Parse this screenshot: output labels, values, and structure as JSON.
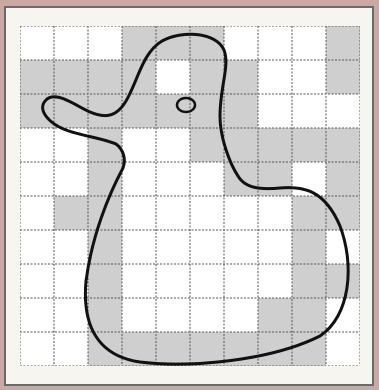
{
  "figure": {
    "type": "grid-area-estimate",
    "grid_rows": 10,
    "grid_cols": 10,
    "colors": {
      "background": "#c9a9a4",
      "paper": "#f6f5f0",
      "shaded": "#cfcfcf",
      "white": "#ffffff",
      "grid_line": "#555555",
      "outline": "#111111"
    },
    "shaded_cells": [
      [
        0,
        3
      ],
      [
        0,
        4
      ],
      [
        0,
        5
      ],
      [
        0,
        9
      ],
      [
        1,
        0
      ],
      [
        1,
        1
      ],
      [
        1,
        2
      ],
      [
        1,
        3
      ],
      [
        1,
        5
      ],
      [
        1,
        6
      ],
      [
        1,
        9
      ],
      [
        2,
        0
      ],
      [
        2,
        1
      ],
      [
        2,
        2
      ],
      [
        2,
        3
      ],
      [
        2,
        4
      ],
      [
        2,
        5
      ],
      [
        2,
        6
      ],
      [
        3,
        2
      ],
      [
        3,
        5
      ],
      [
        3,
        6
      ],
      [
        3,
        7
      ],
      [
        3,
        8
      ],
      [
        3,
        9
      ],
      [
        4,
        2
      ],
      [
        4,
        6
      ],
      [
        4,
        7
      ],
      [
        4,
        9
      ],
      [
        5,
        1
      ],
      [
        5,
        2
      ],
      [
        5,
        8
      ],
      [
        5,
        9
      ],
      [
        6,
        2
      ],
      [
        6,
        8
      ],
      [
        7,
        2
      ],
      [
        7,
        8
      ],
      [
        7,
        9
      ],
      [
        8,
        2
      ],
      [
        8,
        7
      ],
      [
        8,
        8
      ],
      [
        9,
        2
      ],
      [
        9,
        3
      ],
      [
        9,
        4
      ],
      [
        9,
        5
      ],
      [
        9,
        6
      ],
      [
        9,
        7
      ],
      [
        9,
        8
      ]
    ],
    "outline_shape": "duck"
  }
}
